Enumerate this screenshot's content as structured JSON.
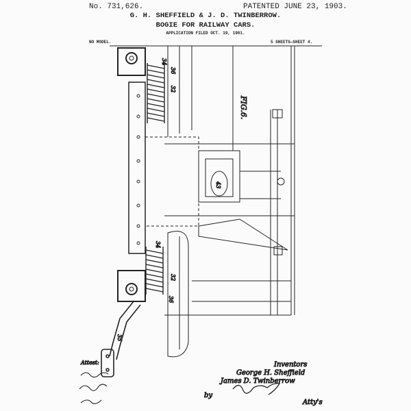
{
  "header": {
    "patent_number": "No. 731,626.",
    "patent_date": "PATENTED JUNE 23, 1903.",
    "inventors": "G. H. SHEFFIELD & J. D. TWINBERROW.",
    "title": "BOGIE FOR RAILWAY CARS.",
    "filed": "APPLICATION FILED OCT. 19, 1901.",
    "model": "NO MODEL.",
    "sheets": "5 SHEETS—SHEET 4."
  },
  "drawing": {
    "figure_label": "FIG.6.",
    "reference_numerals": [
      "34",
      "36",
      "32",
      "32",
      "36",
      "34",
      "43",
      "35"
    ]
  },
  "signatures": {
    "inventors_label": "Inventors",
    "inventor_1": "George H. Sheffield",
    "inventor_2": "James D. Twinberrow",
    "by": "by",
    "attorney_label": "Atty's",
    "attest_label": "Attest:"
  }
}
